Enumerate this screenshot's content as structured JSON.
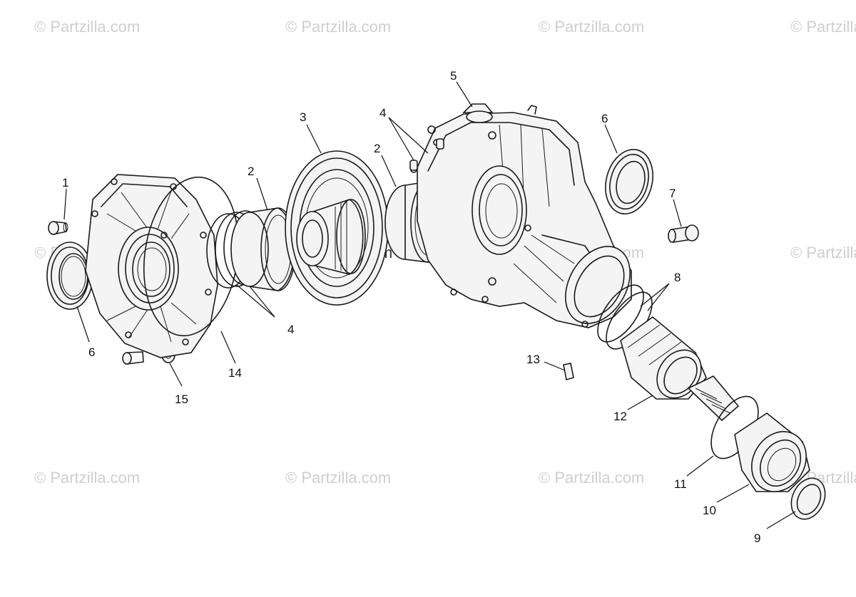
{
  "watermark": {
    "text": "© Partzilla.com"
  },
  "callouts": {
    "c1": "1",
    "c2a": "2",
    "c2b": "2",
    "c3": "3",
    "c4a": "4",
    "c4b": "4",
    "c5": "5",
    "c6a": "6",
    "c6b": "6",
    "c7": "7",
    "c8": "8",
    "c9": "9",
    "c10": "10",
    "c11": "11",
    "c12": "12",
    "c13": "13",
    "c14": "14",
    "c15": "15"
  }
}
